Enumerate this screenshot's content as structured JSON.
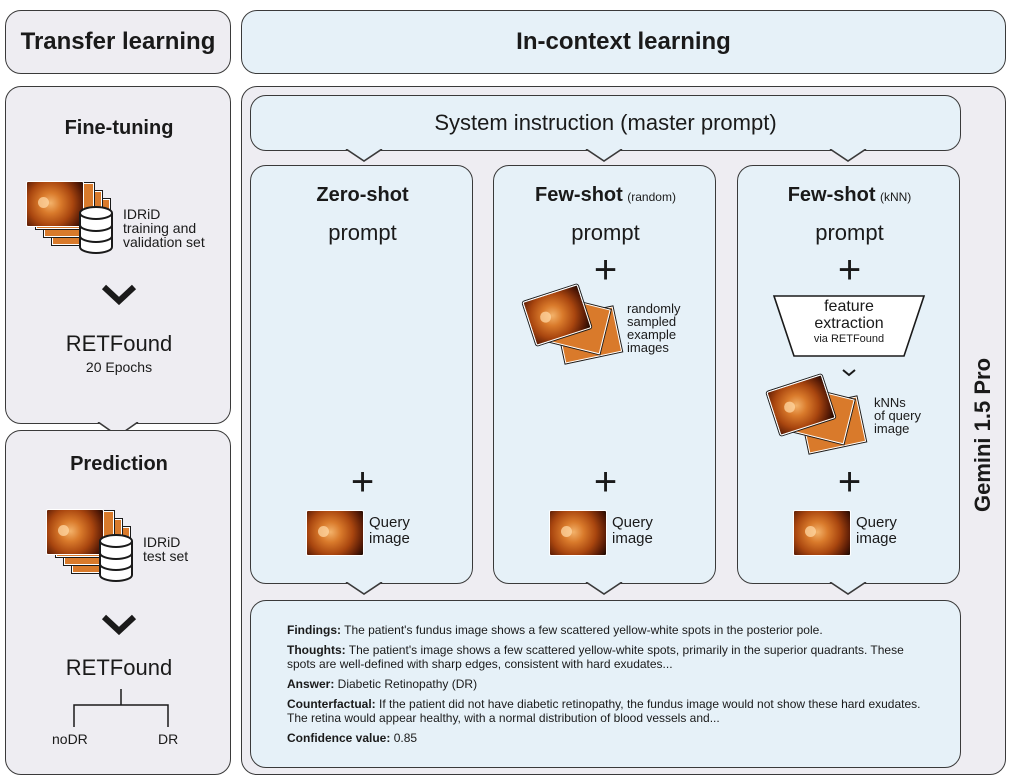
{
  "headers": {
    "left": "Transfer learning",
    "right": "In-context learning"
  },
  "finetune": {
    "title": "Fine-tuning",
    "dataset_line1": "IDRiD",
    "dataset_line2": "training and",
    "dataset_line3": "validation set",
    "model": "RETFound",
    "epochs": "20 Epochs"
  },
  "prediction": {
    "title": "Prediction",
    "dataset_line1": "IDRiD",
    "dataset_line2": "test set",
    "model": "RETFound",
    "class_a": "noDR",
    "class_b": "DR"
  },
  "system_instruction": "System instruction (master prompt)",
  "gemini": "Gemini 1.5 Pro",
  "columns": {
    "zero": {
      "title": "Zero-shot",
      "sub": "",
      "prompt": "prompt",
      "plus": "+",
      "query_line1": "Query",
      "query_line2": "image"
    },
    "random": {
      "title": "Few-shot",
      "sub": "(random)",
      "prompt": "prompt",
      "plus": "+",
      "ex_line1": "randomly",
      "ex_line2": "sampled",
      "ex_line3": "example",
      "ex_line4": "images",
      "query_line1": "Query",
      "query_line2": "image"
    },
    "knn": {
      "title": "Few-shot",
      "sub": "(kNN)",
      "prompt": "prompt",
      "plus": "+",
      "fe_line1": "feature",
      "fe_line2": "extraction",
      "fe_line3": "via RETFound",
      "knn_line1": "kNNs",
      "knn_line2": "of query",
      "knn_line3": "image",
      "query_line1": "Query",
      "query_line2": "image"
    }
  },
  "output": {
    "findings_label": "Findings:",
    "findings_text": " The patient's fundus image shows a few scattered yellow-white spots in the posterior pole.",
    "thoughts_label": "Thoughts:",
    "thoughts_text": " The patient's image shows a few scattered yellow-white spots, primarily in the superior quadrants. These spots are well-defined with sharp edges, consistent with hard exudates...",
    "answer_label": "Answer:",
    "answer_text": " Diabetic Retinopathy (DR)",
    "counter_label": "Counterfactual:",
    "counter_text": " If the patient did not have diabetic retinopathy, the fundus image would not show these hard exudates. The retina would appear healthy, with a normal distribution of blood vessels and...",
    "conf_label": "Confidence value:",
    "conf_text": " 0.85"
  },
  "colors": {
    "gray_box": "#eeedf2",
    "blue_box": "#e6f1f8",
    "outline": "#3a3a3a",
    "fundus": "#d97a2b"
  },
  "icons": [
    "fundus-image",
    "database-icon",
    "chevron-down-icon",
    "tree-branch",
    "trapezoid-feature-extractor"
  ]
}
